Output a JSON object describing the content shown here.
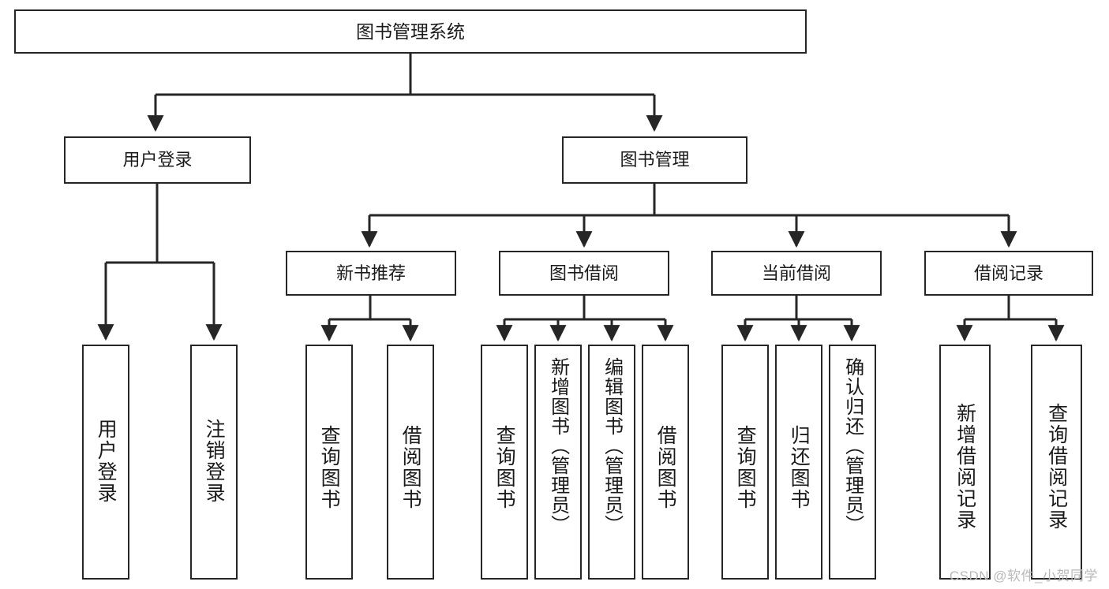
{
  "diagram": {
    "title": "图书管理系统",
    "type": "tree",
    "watermark": "CSDN @软件_小贺同学",
    "colors": {
      "stroke": "#262626",
      "fill": "#ffffff",
      "text": "#1a1a1a",
      "watermark": "#b9b9b9"
    },
    "root": {
      "label": "图书管理系统"
    },
    "level1": [
      {
        "label": "用户登录"
      },
      {
        "label": "图书管理"
      }
    ],
    "level2": [
      {
        "label": "新书推荐"
      },
      {
        "label": "图书借阅"
      },
      {
        "label": "当前借阅"
      },
      {
        "label": "借阅记录"
      }
    ],
    "leaves": {
      "user_login": [
        {
          "label": "用户登录"
        },
        {
          "label": "注销登录"
        }
      ],
      "new_book_recommend": [
        {
          "label": "查询图书"
        },
        {
          "label": "借阅图书"
        }
      ],
      "book_borrow": [
        {
          "label": "查询图书"
        },
        {
          "label": "新增图书（管理员）"
        },
        {
          "label": "编辑图书（管理员）"
        },
        {
          "label": "借阅图书"
        }
      ],
      "current_borrow": [
        {
          "label": "查询图书"
        },
        {
          "label": "归还图书"
        },
        {
          "label": "确认归还（管理员）"
        }
      ],
      "borrow_records": [
        {
          "label": "新增借阅记录"
        },
        {
          "label": "查询借阅记录"
        }
      ]
    }
  }
}
